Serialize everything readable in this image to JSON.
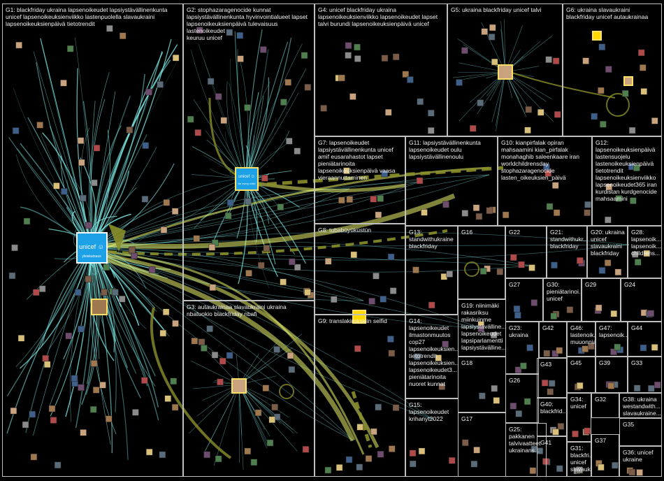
{
  "groups": [
    {
      "id": "G1",
      "label": "G1: blackfriday ukraina lapsenoikeudet lapsiystävällinenkunta\nunicef lapsenoikeuksienviikko lastenpuolella slavaukraini\nlapsenoikeuksienpäivä tietotrendit"
    },
    {
      "id": "G2",
      "label": "G2: stophazaragenocide kunnat\nlapsiystävällinenkunta hyvinvointialueet lapset\nlapsenoikeuksienpäivä tulevaisuus lastenoikeudet\nkeuruu unicef"
    },
    {
      "id": "G3",
      "label": "G3: autaukrainaa slavaukraini ukraina\nnbatuokio blackfriday nbafi"
    },
    {
      "id": "G4",
      "label": "G4: unicef blackfriday ukraina\nlapsenoikeuksienviikko lapsenoikeudet lapset\ntalvi burundi lapsenoikeuksienpäivä unicef"
    },
    {
      "id": "G5",
      "label": "G5: ukraina blackfriday unicef talvi"
    },
    {
      "id": "G6",
      "label": "G6: ukraina slavaukraini\nblackfriday unicef autaukrainaa"
    },
    {
      "id": "G7",
      "label": "G7: lapsenoikeudet\nlapsiystävällinenkunta unicef\namif eusarahastot lapset\npieniätarinoita\nlapsenoikeuksienpäivä vaasa\nvieraannuttaminen"
    },
    {
      "id": "G8",
      "label": "G8: tubabüyüküstün"
    },
    {
      "id": "G9",
      "label": "G9: translakirokskiin selfid"
    },
    {
      "id": "G10",
      "label": "G10: kianpirfalak opiran\nmahsaamini kian_pirfalak\nmonahaghib saleenkaare iran\nworldchildrensday\nstophazaragenocide\nlasten_oikeuksien_päivä"
    },
    {
      "id": "G11",
      "label": "G11: lapsiystävällinenkunta\nlapsenoikeudet oulu\nlapsiystävällinenoulu"
    },
    {
      "id": "G12",
      "label": "G12:\nlapsenoikeuksienpäivä\nlastensuojelu\nlastenoikeuksienpäivä\ntietotrendit\nlapsenoikeuksienviikko\nlapsenoikeudet365 iran\nkurdistan kurdgenocide\nmahsaamini"
    },
    {
      "id": "G13",
      "label": "G13:\nstandwithukraine\nblackfriday"
    },
    {
      "id": "G14",
      "label": "G14:\nlapsenoikeudet\nilmastonmuutos\ncop27\nlapsenoikeuksien...\ntietotrendit\nlapsenoikeuksien...\nlapsenoikeudet3...\npieniätarinoita\nnuoret kunnat"
    },
    {
      "id": "G15",
      "label": "G15:\nlapsenoikeudet\nkrihanyt2022"
    },
    {
      "id": "G16",
      "label": "G16"
    },
    {
      "id": "G17",
      "label": "G17"
    },
    {
      "id": "G18",
      "label": "G18"
    },
    {
      "id": "G19",
      "label": "G19: niinimäki\nrakasriksu\nmiinkuinme\nlapsiystävälline...\nlapsenoikeudet\nlapsiparlamentti\nlapsiystävälline..."
    },
    {
      "id": "G20",
      "label": "G20: ukraina\nunicef\nslavaukraini\nblackfriday"
    },
    {
      "id": "G21",
      "label": "G21:\nstandwithukr...\nblackfriday"
    },
    {
      "id": "G22",
      "label": "G22"
    },
    {
      "id": "G23",
      "label": "G23:\nukraina"
    },
    {
      "id": "G24",
      "label": "G24"
    },
    {
      "id": "G25",
      "label": "G25:\npakkanen\ntalvivaatteet\nukrainans..."
    },
    {
      "id": "G26",
      "label": "G26"
    },
    {
      "id": "G27",
      "label": "G27"
    },
    {
      "id": "G28",
      "label": "G28:\nlapsenoik...\nlapsenoik...\nchildrens..."
    },
    {
      "id": "G29",
      "label": "G29"
    },
    {
      "id": "G30",
      "label": "G30:\npieniätarinoi...\nunicef"
    },
    {
      "id": "G31",
      "label": "G31:\nblackfri...\nunicef\nslavauk..."
    },
    {
      "id": "G32",
      "label": "G32"
    },
    {
      "id": "G33",
      "label": "G33"
    },
    {
      "id": "G34",
      "label": "G34:\nunicef"
    },
    {
      "id": "G35",
      "label": "G35"
    },
    {
      "id": "G36",
      "label": "G36: unicef\nukraine"
    },
    {
      "id": "G37",
      "label": "G37"
    },
    {
      "id": "G38",
      "label": "G38: ukraina\nwestandwith...\nslavaukraine..."
    },
    {
      "id": "G39",
      "label": "G39"
    },
    {
      "id": "G40",
      "label": "G40:\nblackfrid..."
    },
    {
      "id": "G41",
      "label": "G41"
    },
    {
      "id": "G42",
      "label": "G42"
    },
    {
      "id": "G43",
      "label": "G43"
    },
    {
      "id": "G44",
      "label": "G44"
    },
    {
      "id": "G45",
      "label": "G45"
    },
    {
      "id": "G46",
      "label": "G46:\nlastenoik...\nmuuonnia"
    },
    {
      "id": "G47",
      "label": "G47:\nlapsenoik..."
    }
  ],
  "hubs": [
    {
      "id": "unicef-finland",
      "text": "unicef ☺",
      "subtext": "yleiskatsaus"
    },
    {
      "id": "unicef-g2",
      "text": "unicef ☺",
      "subtext": "for every child"
    }
  ],
  "colors": {
    "background": "#000000",
    "border": "#bfbfbf",
    "label": "#f2f2f2",
    "edge_cyan": "#7fe9e6",
    "edge_yellow": "#e8f06a",
    "edge_olive": "#8a8f2a",
    "hub_blue": "#1ca0e6"
  }
}
